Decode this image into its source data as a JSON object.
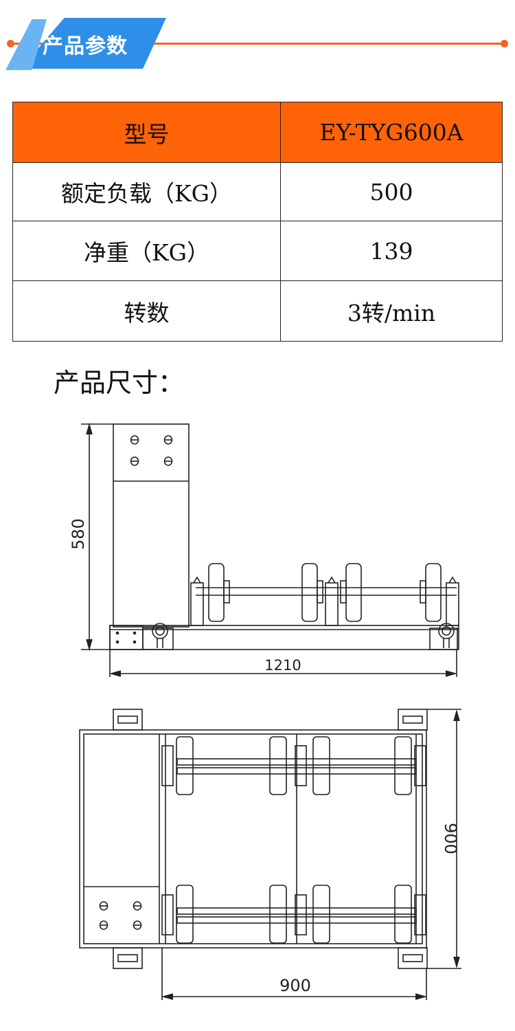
{
  "banner": {
    "title": "产品参数"
  },
  "spec_table": {
    "header": {
      "label": "型号",
      "value": "EY-TYG600A"
    },
    "rows": [
      {
        "label": "额定负载（KG）",
        "value": "500"
      },
      {
        "label": "净重（KG）",
        "value": "139"
      },
      {
        "label": "转数",
        "value": "3转/min"
      }
    ]
  },
  "dimensions": {
    "heading": "产品尺寸：",
    "side_view": {
      "height_label": "580",
      "length_label": "1210"
    },
    "top_view": {
      "depth_label": "900",
      "width_label": "900"
    }
  },
  "colors": {
    "accent_orange": "#ff6308",
    "line_orange": "#f26522",
    "banner_blue": "#2f8fe8"
  }
}
